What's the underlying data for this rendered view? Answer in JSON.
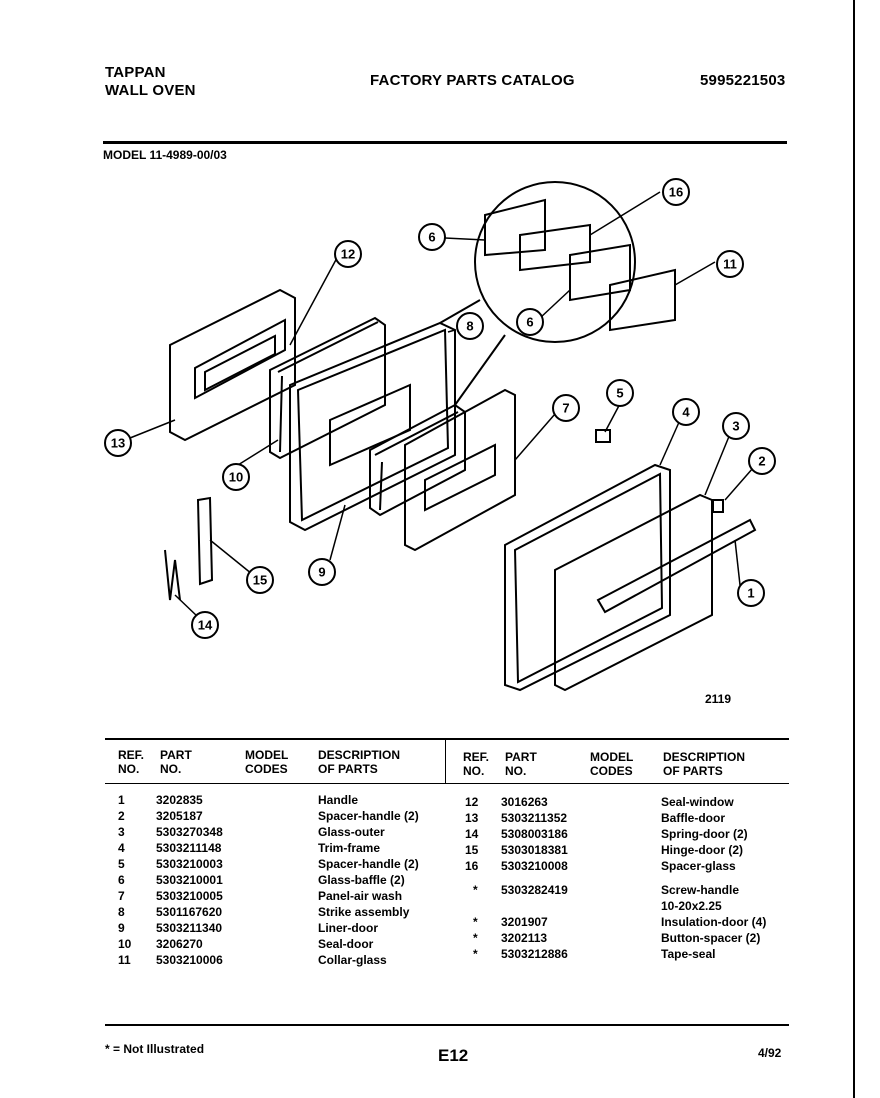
{
  "header": {
    "brand_line1": "TAPPAN",
    "brand_line2": "WALL OVEN",
    "catalog_title": "FACTORY PARTS CATALOG",
    "catalog_number": "5995221503"
  },
  "model_line": "MODEL 11-4989-00/03",
  "diagram": {
    "figure_number": "2119",
    "callouts": [
      "1",
      "2",
      "3",
      "4",
      "5",
      "6",
      "6",
      "7",
      "8",
      "9",
      "10",
      "11",
      "12",
      "13",
      "14",
      "15",
      "16"
    ]
  },
  "table": {
    "headers": {
      "ref": "REF. NO.",
      "part": "PART NO.",
      "model": "MODEL CODES",
      "desc": "DESCRIPTION OF PARTS"
    },
    "left_rows": [
      {
        "ref": "1",
        "part": "3202835",
        "model": "",
        "desc": "Handle"
      },
      {
        "ref": "2",
        "part": "3205187",
        "model": "",
        "desc": "Spacer-handle (2)"
      },
      {
        "ref": "3",
        "part": "5303270348",
        "model": "",
        "desc": "Glass-outer"
      },
      {
        "ref": "4",
        "part": "5303211148",
        "model": "",
        "desc": "Trim-frame"
      },
      {
        "ref": "5",
        "part": "5303210003",
        "model": "",
        "desc": "Spacer-handle (2)"
      },
      {
        "ref": "6",
        "part": "5303210001",
        "model": "",
        "desc": "Glass-baffle (2)"
      },
      {
        "ref": "7",
        "part": "5303210005",
        "model": "",
        "desc": "Panel-air wash"
      },
      {
        "ref": "8",
        "part": "5301167620",
        "model": "",
        "desc": "Strike assembly"
      },
      {
        "ref": "9",
        "part": "5303211340",
        "model": "",
        "desc": "Liner-door"
      },
      {
        "ref": "10",
        "part": "3206270",
        "model": "",
        "desc": "Seal-door"
      },
      {
        "ref": "11",
        "part": "5303210006",
        "model": "",
        "desc": "Collar-glass"
      }
    ],
    "right_rows": [
      {
        "ref": "12",
        "part": "3016263",
        "model": "",
        "desc": "Seal-window"
      },
      {
        "ref": "13",
        "part": "5303211352",
        "model": "",
        "desc": "Baffle-door"
      },
      {
        "ref": "14",
        "part": "5308003186",
        "model": "",
        "desc": "Spring-door (2)"
      },
      {
        "ref": "15",
        "part": "5303018381",
        "model": "",
        "desc": "Hinge-door (2)"
      },
      {
        "ref": "16",
        "part": "5303210008",
        "model": "",
        "desc": "Spacer-glass"
      },
      {
        "ref": "",
        "part": "",
        "model": "",
        "desc": ""
      },
      {
        "ref": "*",
        "part": "5303282419",
        "model": "",
        "desc": "Screw-handle"
      },
      {
        "ref": "",
        "part": "",
        "model": "",
        "desc": "10-20x2.25"
      },
      {
        "ref": "*",
        "part": "3201907",
        "model": "",
        "desc": "Insulation-door (4)"
      },
      {
        "ref": "*",
        "part": "3202113",
        "model": "",
        "desc": "Button-spacer (2)"
      },
      {
        "ref": "*",
        "part": "5303212886",
        "model": "",
        "desc": "Tape-seal"
      }
    ]
  },
  "footer": {
    "note": "* = Not Illustrated",
    "page": "E12",
    "date": "4/92"
  }
}
